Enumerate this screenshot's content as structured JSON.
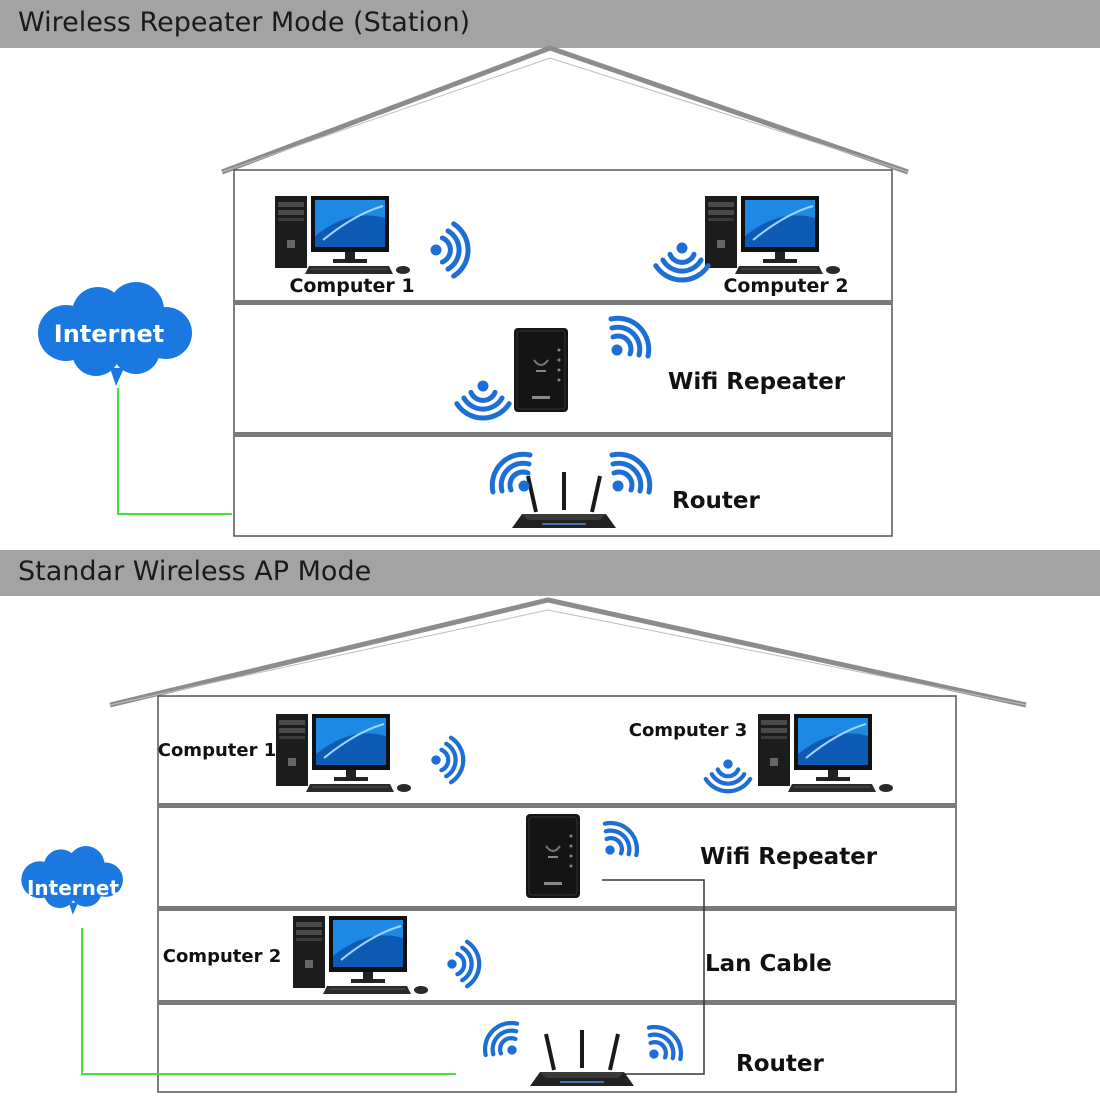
{
  "sections": {
    "top": {
      "title": "Wireless Repeater Mode (Station)",
      "internet": "Internet",
      "computer1": "Computer 1",
      "computer2": "Computer 2",
      "repeater": "Wifi Repeater",
      "router": "Router"
    },
    "bottom": {
      "title": "Standar Wireless AP Mode",
      "internet": "Internet",
      "computer1": "Computer 1",
      "computer2": "Computer 2",
      "computer3": "Computer 3",
      "repeater": "Wifi Repeater",
      "lan_cable": "Lan Cable",
      "router": "Router"
    }
  },
  "colors": {
    "banner": "#a3a3a3",
    "cloud": "#1a78e0",
    "wifi": "#1d6fd6",
    "internet_line": "#3ee23e",
    "lan_line": "#333333",
    "house_line": "#8c8c8c"
  }
}
